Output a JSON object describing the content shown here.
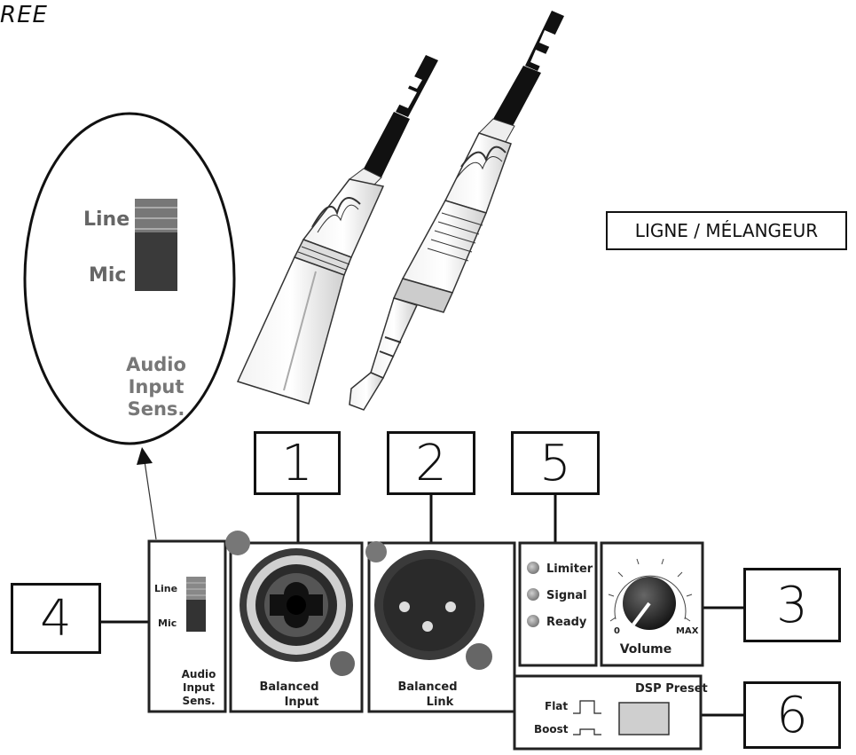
{
  "title": "REE",
  "mixer_label": "LIGNE / MÉLANGEUR",
  "zoom": {
    "line": "Line",
    "mic": "Mic",
    "sens": [
      "Audio",
      "Input",
      "Sens."
    ]
  },
  "callouts": {
    "one": "1",
    "two": "2",
    "three": "3",
    "four": "4",
    "five": "5",
    "six": "6"
  },
  "sens_panel": {
    "line": "Line",
    "mic": "Mic",
    "sens": [
      "Audio",
      "Input",
      "Sens."
    ]
  },
  "balanced_input": [
    "Balanced",
    "Input"
  ],
  "balanced_link": [
    "Balanced",
    "Link"
  ],
  "leds": [
    "Limiter",
    "Signal",
    "Ready"
  ],
  "volume": {
    "label": "Volume",
    "min": "0",
    "max": "MAX"
  },
  "dsp": {
    "title": "DSP Preset",
    "flat": "Flat",
    "boost": "Boost"
  }
}
